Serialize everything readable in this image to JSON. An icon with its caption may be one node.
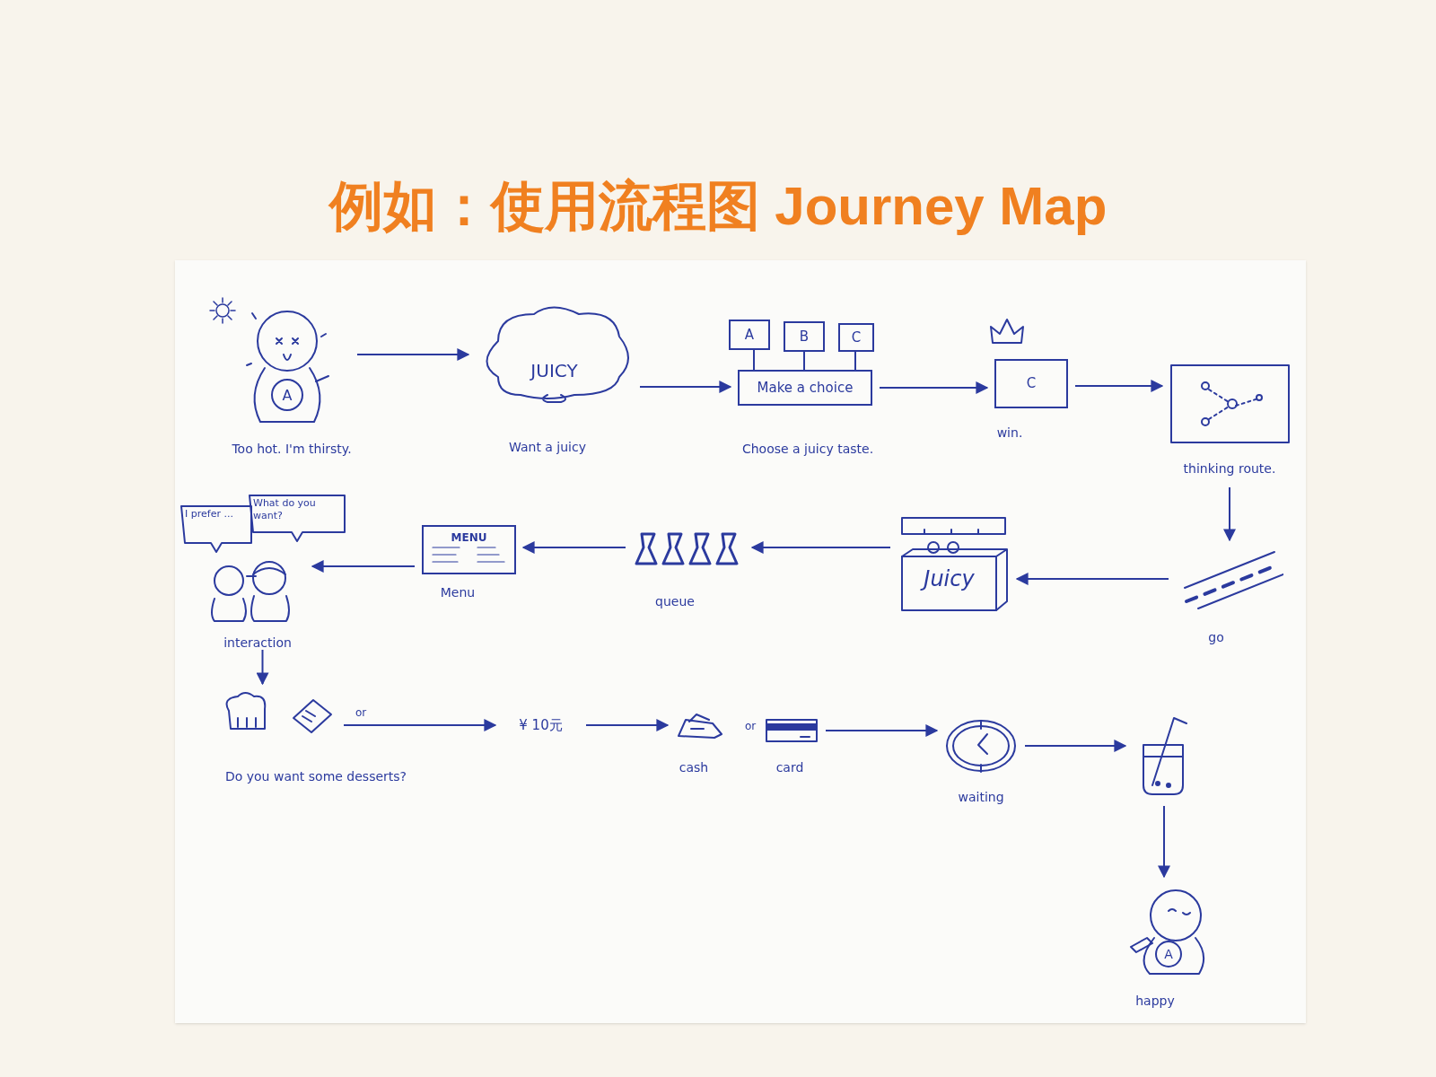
{
  "diagram": {
    "title": "例如：使用流程图 Journey Map",
    "nodes": [
      {
        "text": [
          "A"
        ],
        "beside": [
          "Too hot. I'm thirsty."
        ]
      },
      {
        "text": [
          "JUICY"
        ],
        "beside": [
          "Want a juicy"
        ]
      },
      {
        "text": [
          "Make a choice"
        ],
        "beside": [
          "Choose a juicy taste."
        ]
      },
      {
        "text": [
          "A"
        ]
      },
      {
        "text": [
          "B"
        ]
      },
      {
        "text": [
          "C"
        ]
      },
      {
        "text": [
          "C"
        ],
        "beside": [
          "win."
        ]
      },
      {
        "text": [],
        "shape": "picture",
        "beside": [
          "thinking route."
        ]
      },
      {
        "text": [],
        "shape": "picture",
        "beside": [
          "go"
        ]
      },
      {
        "text": [
          "Juicy"
        ]
      },
      {
        "text": [],
        "shape": "picture",
        "beside": [
          "queue"
        ]
      },
      {
        "text": [
          "MENU"
        ],
        "beside": [
          "Menu"
        ]
      },
      {
        "text": [
          "I prefer ..."
        ]
      },
      {
        "text": [
          "What do you want?"
        ]
      },
      {
        "text": [],
        "shape": "picture",
        "beside": [
          "interaction"
        ]
      },
      {
        "text": [],
        "shape": "picture",
        "beside": [
          "Do you want some desserts?"
        ]
      },
      {
        "text": [
          "¥ 10元"
        ]
      },
      {
        "text": [],
        "shape": "picture",
        "beside": [
          "cash"
        ]
      },
      {
        "text": [],
        "shape": "picture",
        "beside": [
          "card"
        ]
      },
      {
        "text": [],
        "shape": "picture",
        "beside": [
          "waiting"
        ]
      },
      {
        "text": [],
        "shape": "picture"
      },
      {
        "text": [
          "A"
        ],
        "beside": [
          "happy"
        ]
      }
    ],
    "edges": [
      {
        "from": 0,
        "to": 1,
        "arrow": "to"
      },
      {
        "from": 1,
        "to": 2,
        "arrow": "to"
      },
      {
        "from": 3,
        "to": 2,
        "arrow": "none"
      },
      {
        "from": 4,
        "to": 2,
        "arrow": "none"
      },
      {
        "from": 5,
        "to": 2,
        "arrow": "none"
      },
      {
        "from": 2,
        "to": 6,
        "arrow": "to"
      },
      {
        "from": 6,
        "to": 7,
        "arrow": "to"
      },
      {
        "from": 7,
        "to": 8,
        "arrow": "to"
      },
      {
        "from": 8,
        "to": 9,
        "arrow": "to"
      },
      {
        "from": 9,
        "to": 10,
        "arrow": "to"
      },
      {
        "from": 10,
        "to": 11,
        "arrow": "to"
      },
      {
        "from": 11,
        "to": 14,
        "arrow": "to"
      },
      {
        "from": 14,
        "to": 15,
        "arrow": "to"
      },
      {
        "from": 15,
        "to": 16,
        "arrow": "to"
      },
      {
        "from": 16,
        "to": 17,
        "arrow": "to"
      },
      {
        "from": 18,
        "to": 19,
        "arrow": "to"
      },
      {
        "from": 19,
        "to": 20,
        "arrow": "to"
      },
      {
        "from": 20,
        "to": 21,
        "arrow": "to"
      }
    ],
    "labels": [
      "or",
      "or"
    ]
  }
}
